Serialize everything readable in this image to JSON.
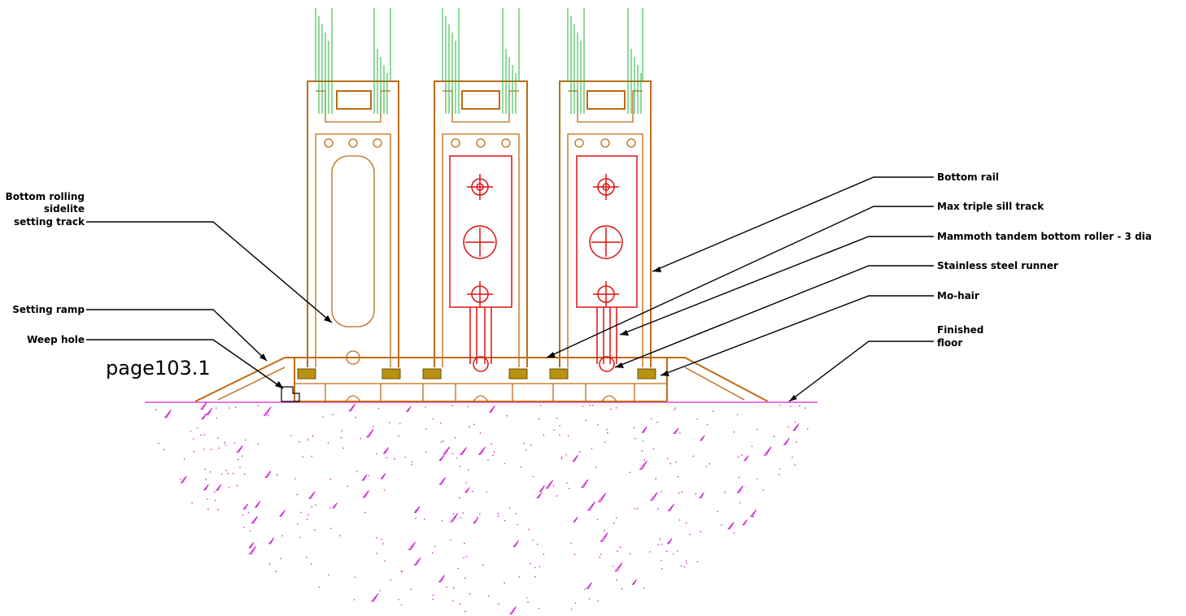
{
  "drawing": {
    "page_label": "page103.1",
    "labels": {
      "bottom_rolling": [
        "Bottom rolling",
        "sidelite",
        "setting track"
      ],
      "setting_ramp": "Setting ramp",
      "weep_hole": "Weep hole",
      "bottom_rail": "Bottom rail",
      "max_triple": "Max triple sill track",
      "mammoth": "Mammoth tandem bottom roller - 3 dia",
      "stainless": "Stainless steel runner",
      "mohair": "Mo-hair",
      "finished_floor": [
        "Finished",
        "floor"
      ]
    },
    "colors": {
      "aluminum_profile": "#c06a14",
      "glass": "#1fb33a",
      "roller": "#e01010",
      "floor_and_concrete": "#e020e0",
      "mohair": "#b89210",
      "text": "#000000"
    }
  }
}
